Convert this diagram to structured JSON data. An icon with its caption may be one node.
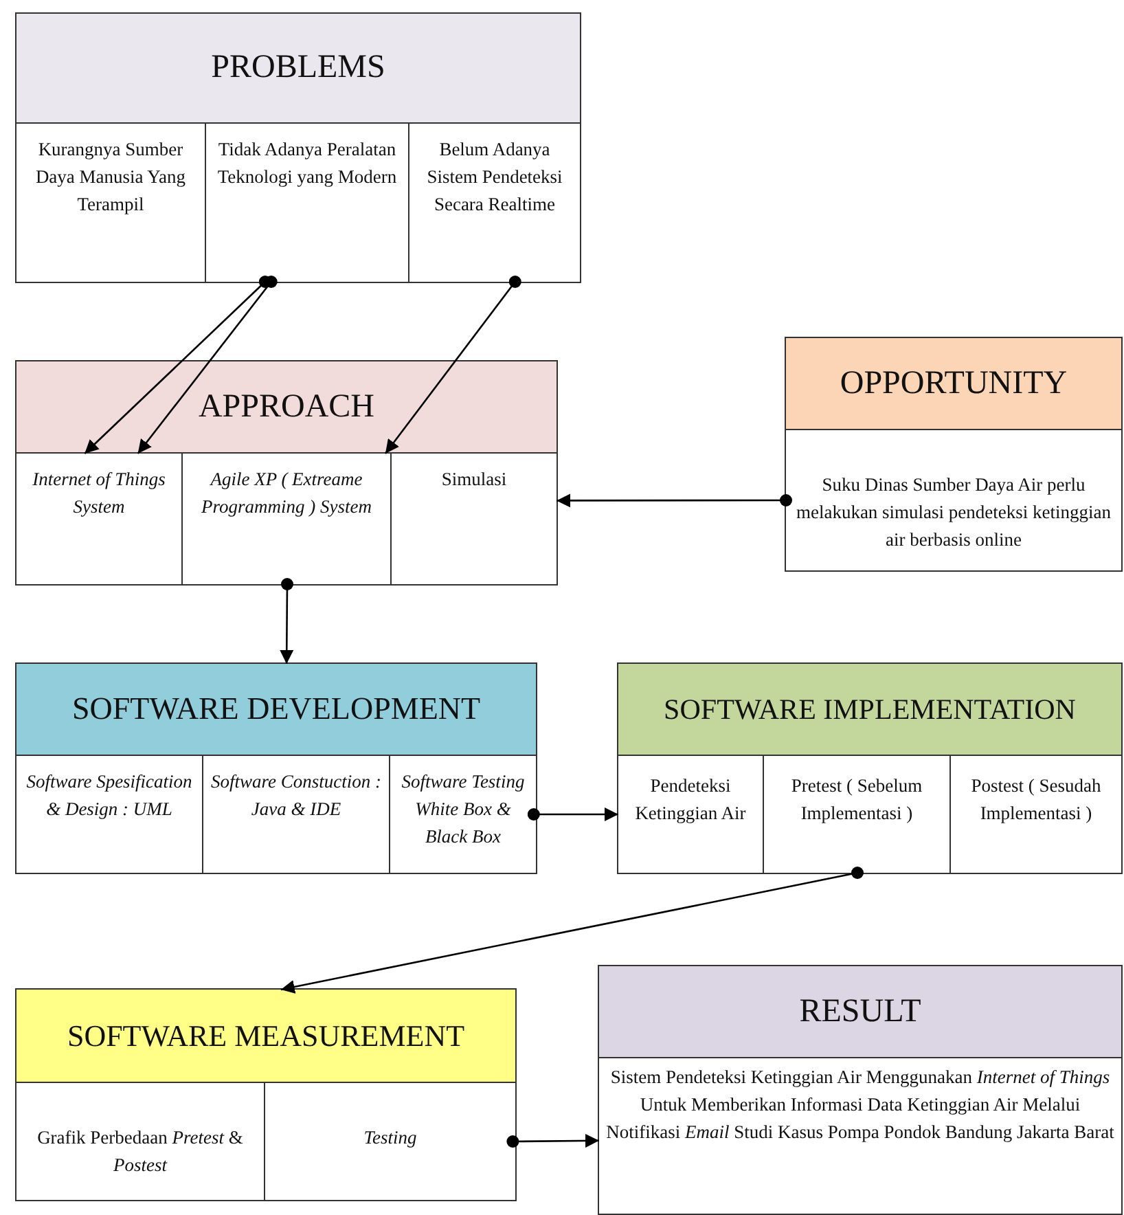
{
  "diagram": {
    "nodes": [
      {
        "text": [
          "PROBLEMS"
        ]
      },
      {
        "text": [
          "Kurangnya Sumber Daya Manusia Yang Terampil"
        ],
        "in": 0
      },
      {
        "text": [
          "Tidak Adanya Peralatan Teknologi yang Modern"
        ],
        "in": 0
      },
      {
        "text": [
          "Belum Adanya Sistem Pendeteksi Secara Realtime"
        ],
        "in": 0
      },
      {
        "text": [
          "APPROACH"
        ]
      },
      {
        "text": [
          "Internet of Things System"
        ],
        "in": 4
      },
      {
        "text": [
          "Agile XP ( Extreame Programming ) System"
        ],
        "in": 4
      },
      {
        "text": [
          "Simulasi"
        ],
        "in": 4
      },
      {
        "text": [
          "OPPORTUNITY"
        ]
      },
      {
        "text": [
          "Suku Dinas Sumber Daya Air perlu melakukan simulasi pendeteksi ketinggian air berbasis online"
        ],
        "in": 8
      },
      {
        "text": [
          "SOFTWARE DEVELOPMENT"
        ]
      },
      {
        "text": [
          "Software Spesification & Design : UML"
        ],
        "in": 10
      },
      {
        "text": [
          "Software Constuction : Java & IDE"
        ],
        "in": 10
      },
      {
        "text": [
          "Software Testing White Box & Black Box"
        ],
        "in": 10
      },
      {
        "text": [
          "SOFTWARE IMPLEMENTATION"
        ]
      },
      {
        "text": [
          "Pendeteksi Ketinggian Air"
        ],
        "in": 14
      },
      {
        "text": [
          "Pretest ( Sebelum Implementasi )"
        ],
        "in": 14
      },
      {
        "text": [
          "Postest ( Sesudah Implementasi )"
        ],
        "in": 14
      },
      {
        "text": [
          "SOFTWARE MEASUREMENT"
        ]
      },
      {
        "text": [
          "Grafik Perbedaan *Pretest* & *Postest*"
        ],
        "in": 18
      },
      {
        "text": [
          "Testing"
        ],
        "in": 18
      },
      {
        "text": [
          "RESULT"
        ]
      },
      {
        "text": [
          "Sistem Pendeteksi Ketinggian Air Menggunakan *Internet of Things* Untuk Memberikan Informasi Data Ketinggian Air Melalui Notifikasi *Email* Studi Kasus Pompa Pondok Bandung Jakarta Barat"
        ],
        "in": 21
      }
    ],
    "edges": [
      {
        "from": 2,
        "to": 5,
        "arrow": "to"
      },
      {
        "from": 2,
        "to": 5,
        "arrow": "to"
      },
      {
        "from": 3,
        "to": 6,
        "arrow": "to"
      },
      {
        "from": 9,
        "to": 7,
        "arrow": "to"
      },
      {
        "from": 6,
        "to": 10,
        "arrow": "to"
      },
      {
        "from": 13,
        "to": 15,
        "arrow": "to"
      },
      {
        "from": 16,
        "to": 18,
        "arrow": "to"
      },
      {
        "from": 20,
        "to": 22,
        "arrow": "to"
      }
    ]
  }
}
